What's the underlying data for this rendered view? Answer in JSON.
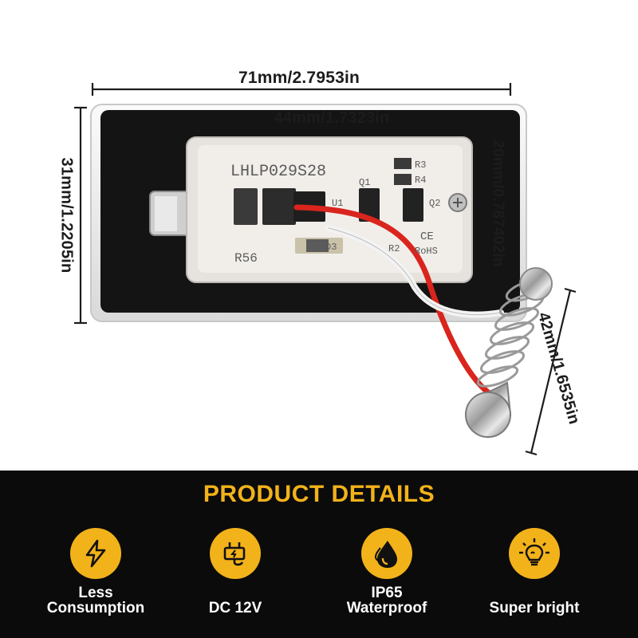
{
  "dimensions": {
    "overall_length": "71mm/2.7953in",
    "inner_length": "44mm/1.7323in",
    "overall_height": "31mm/1.2205in",
    "inner_height": "20mm/0.787402in",
    "festoon_length": "42mm/1.6535in"
  },
  "pcb": {
    "model": "LHLP029S28",
    "resistor_label": "R56",
    "q1": "Q1",
    "q2": "Q2",
    "r2": "R2",
    "r3": "R3",
    "r4": "R4",
    "u1": "U1",
    "d3": "D3",
    "ce": "CE",
    "rohs": "RoHS"
  },
  "details": {
    "title": "PRODUCT DETAILS",
    "features": [
      {
        "icon": "lightning-icon",
        "line1": "Less",
        "line2": "Consumption"
      },
      {
        "icon": "power-plug-icon",
        "line1": "DC 12V"
      },
      {
        "icon": "water-drop-icon",
        "line1": "IP65",
        "line2": "Waterproof"
      },
      {
        "icon": "light-bulb-icon",
        "line1": "Super bright"
      }
    ]
  },
  "colors": {
    "accent": "#f2b21a",
    "banner": "#0b0b0b",
    "pcb": "#f1eeea",
    "wire_red": "#d9251d"
  }
}
